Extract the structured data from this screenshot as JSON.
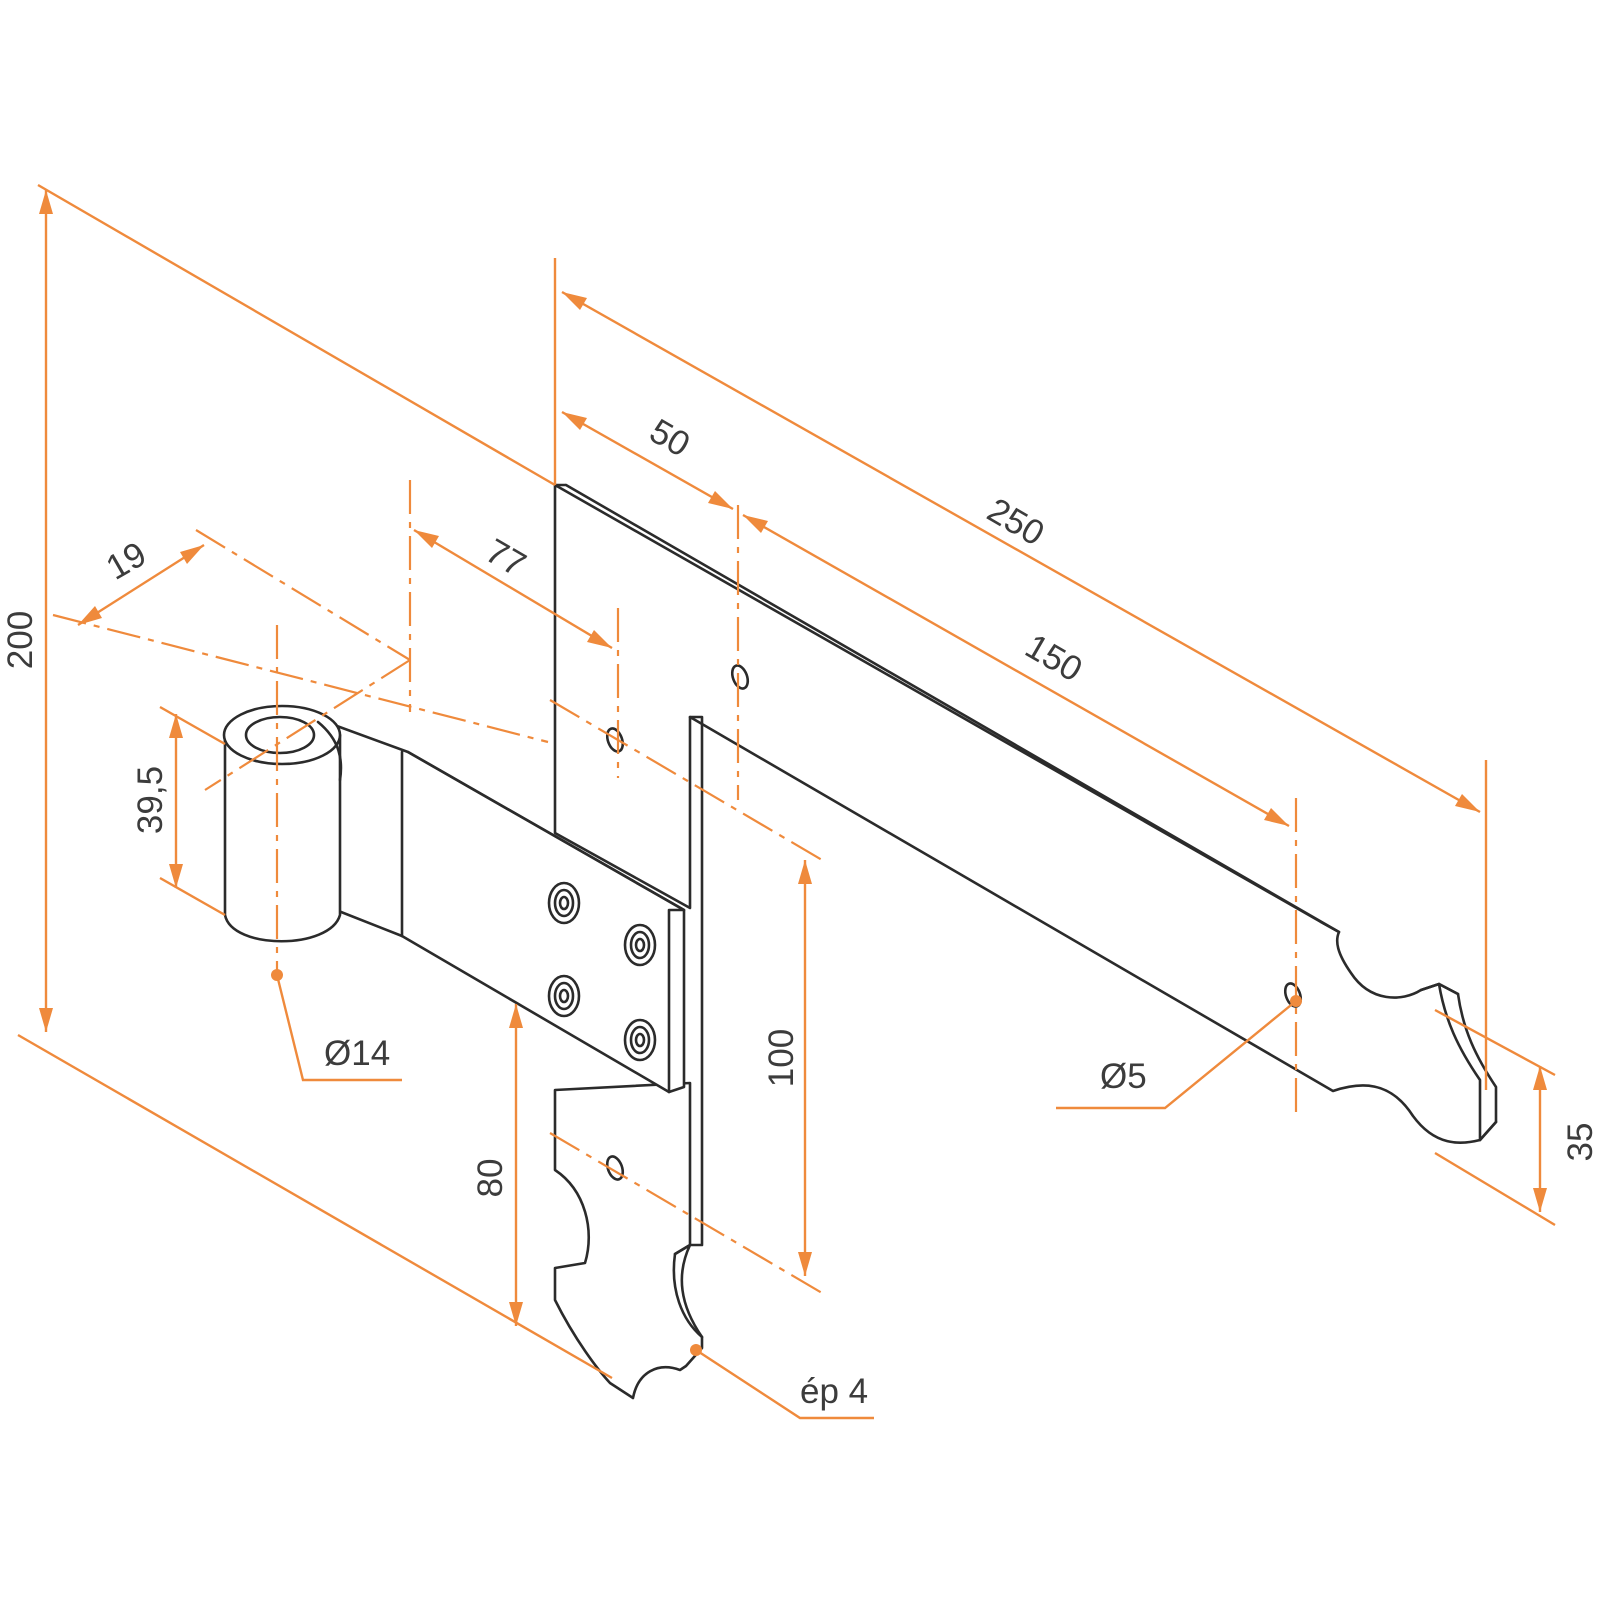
{
  "colors": {
    "dimension": "#ef8a3c",
    "outline": "#2b2b2b",
    "background": "#ffffff"
  },
  "labels": {
    "height_200": "200",
    "length_250": "250",
    "offset_50": "50",
    "hole_spacing_150": "150",
    "offset_77": "77",
    "offset_19": "19",
    "knuckle_39_5": "39,5",
    "hole_spacing_100": "100",
    "bottom_80": "80",
    "end_width_35": "35",
    "pin_diameter": "Ø14",
    "hole_diameter": "Ø5",
    "thickness": "ép 4"
  }
}
